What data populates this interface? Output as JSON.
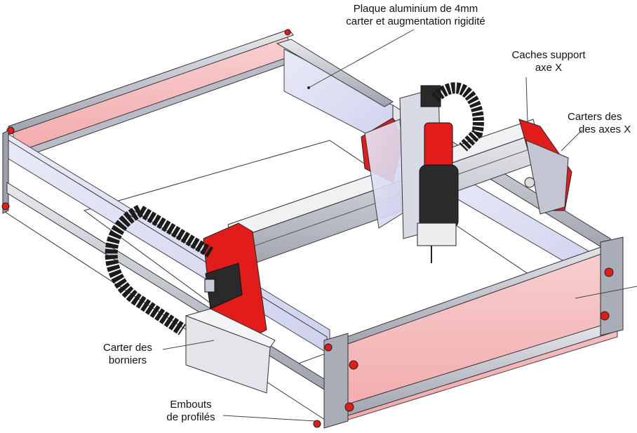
{
  "labels": {
    "plaque": {
      "line1": "Plaque aluminium de 4mm",
      "line2": "carter et augmentation rigidité"
    },
    "caches": {
      "line1": "Caches support",
      "line2": "axe X"
    },
    "carters_axes": {
      "line1": "Carters des",
      "line2": "des axes X"
    },
    "borniers": {
      "line1": "Carter des",
      "line2": "borniers"
    },
    "embouts": {
      "line1": "Embouts",
      "line2": "de profilés"
    }
  },
  "colors": {
    "frame_aluminium": "#c9ccd6",
    "panel_blue": "#dfe1f4",
    "panel_pink": "#f6c4c6",
    "part_red": "#e21b1b",
    "dark": "#2a2a2a",
    "cable_chain": "#1c1c1c"
  }
}
